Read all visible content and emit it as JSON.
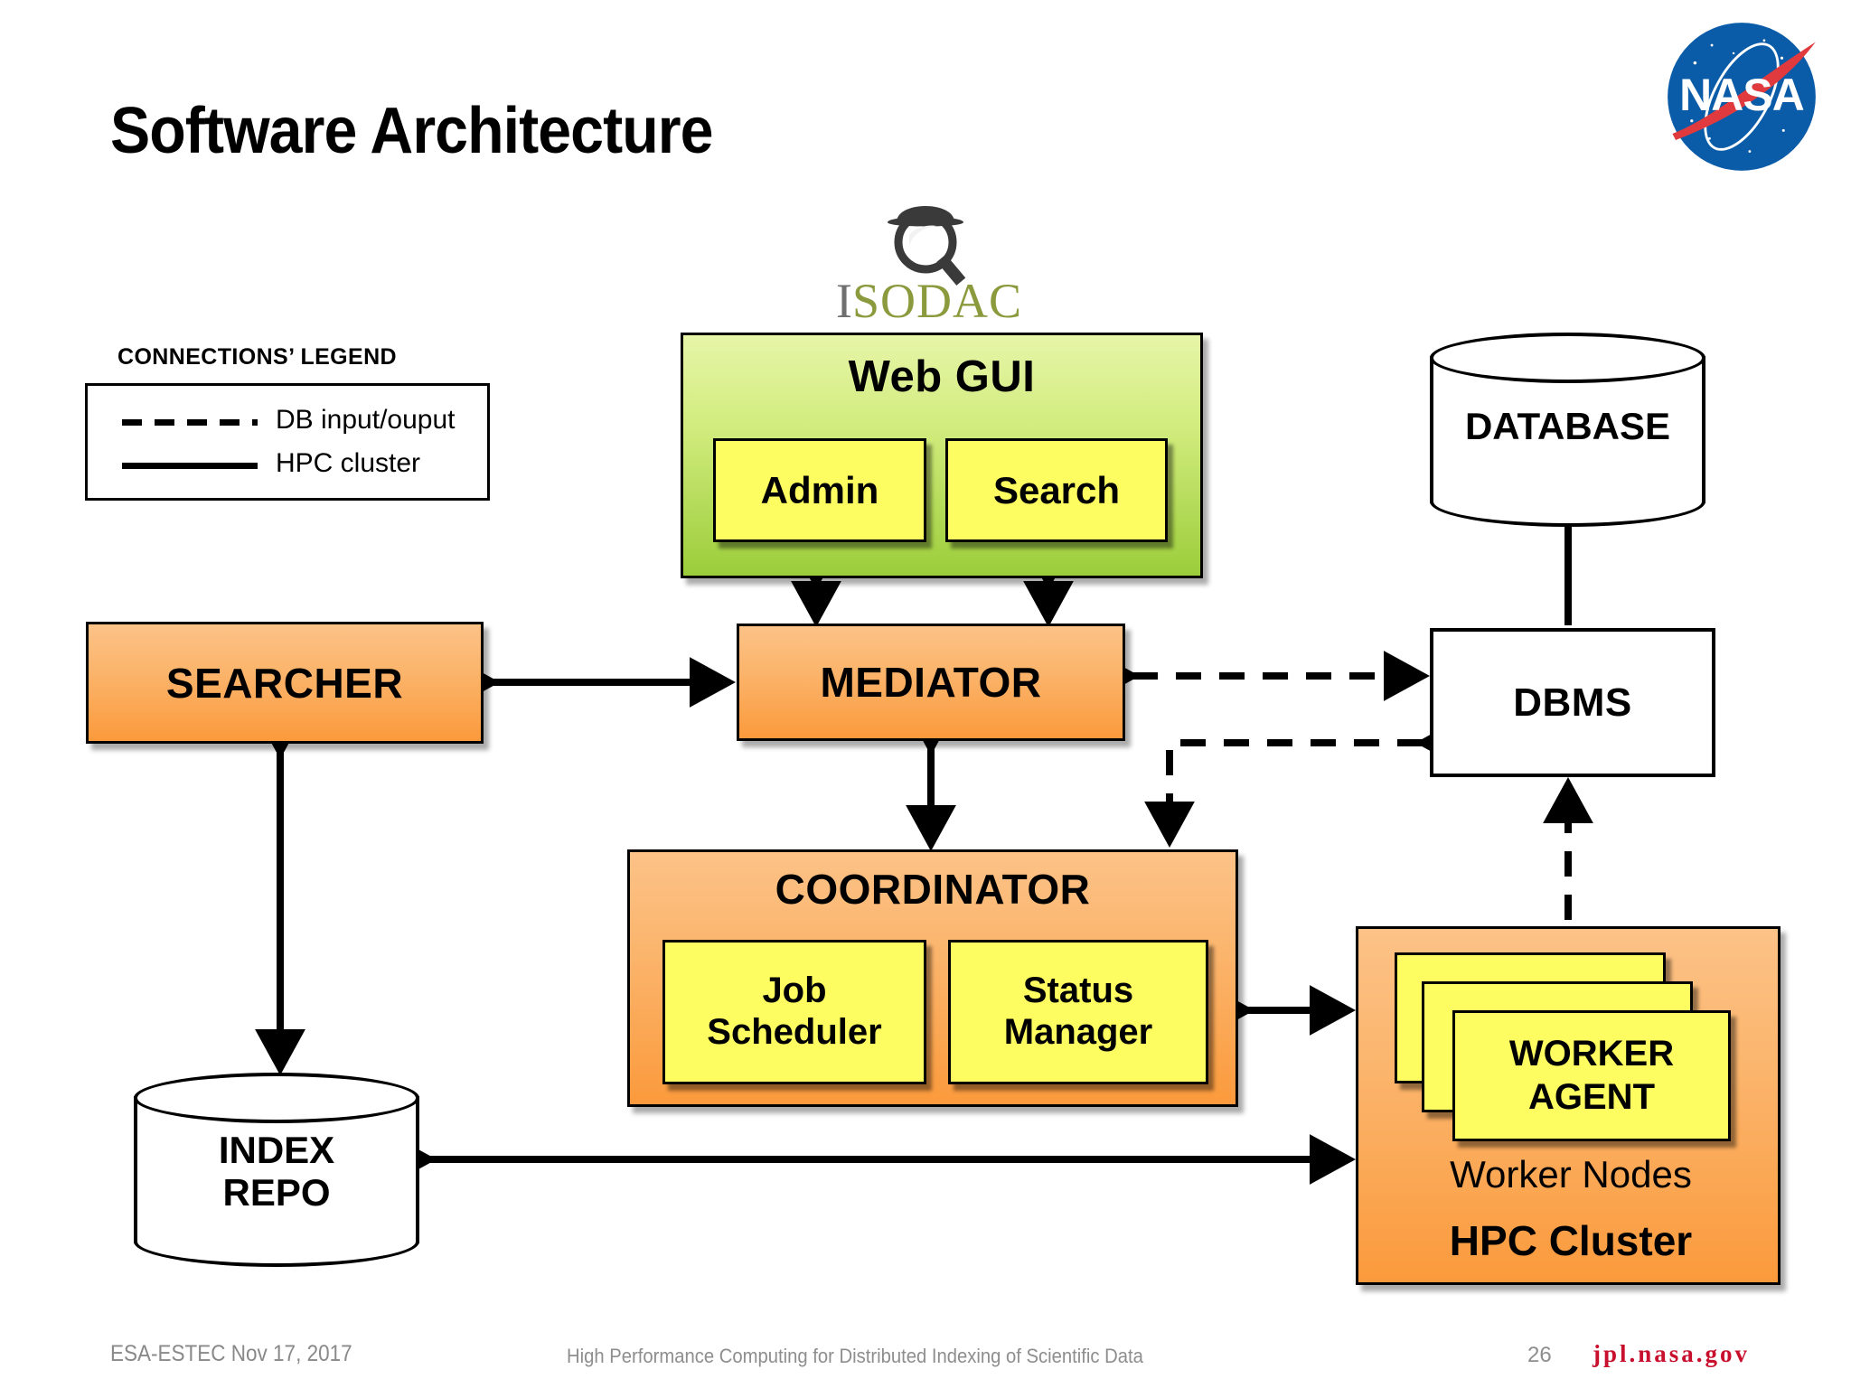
{
  "slide": {
    "title": "Software Architecture"
  },
  "logos": {
    "nasa": {
      "name": "nasa-meatball-logo",
      "wordmark": "NASA"
    },
    "isodac": {
      "name": "isodac-logo",
      "first_letter": "I",
      "rest": "SODAC"
    }
  },
  "legend": {
    "title": "CONNECTIONS’ LEGEND",
    "items": [
      {
        "style": "dashed",
        "label": "DB input/ouput"
      },
      {
        "style": "solid",
        "label": "HPC cluster"
      }
    ]
  },
  "nodes": {
    "web_gui": {
      "title": "Web GUI",
      "sub": [
        "Admin",
        "Search"
      ]
    },
    "searcher": {
      "title": "SEARCHER"
    },
    "mediator": {
      "title": "MEDIATOR"
    },
    "coordinator": {
      "title": "COORDINATOR",
      "sub": [
        "Job\nScheduler",
        "Status\nManager"
      ]
    },
    "dbms": {
      "title": "DBMS"
    },
    "database": {
      "title": "DATABASE"
    },
    "index_repo": {
      "title": "INDEX\nREPO"
    },
    "hpc": {
      "card_label": "WORKER\nAGENT",
      "worker_nodes": "Worker Nodes",
      "title": "HPC Cluster",
      "card_count": 3
    }
  },
  "colors": {
    "orange_top": "#fcc287",
    "orange_bottom": "#fb9a3c",
    "green_top": "#e6f5a8",
    "green_bottom": "#9bcd3a",
    "card_yellow": "#fdfc60",
    "nasa_blue": "#0b5ca8",
    "nasa_red": "#e03a3e",
    "jpl_red": "#c8102e",
    "footer_gray": "#8e8e8e",
    "isodac_olive": "#8a9a3c",
    "isodac_gray": "#6f6f6f"
  },
  "footer": {
    "date": "ESA-ESTEC Nov 17, 2017",
    "center": "High Performance Computing for Distributed Indexing of Scientific Data",
    "page": "26",
    "url": "jpl.nasa.gov"
  }
}
